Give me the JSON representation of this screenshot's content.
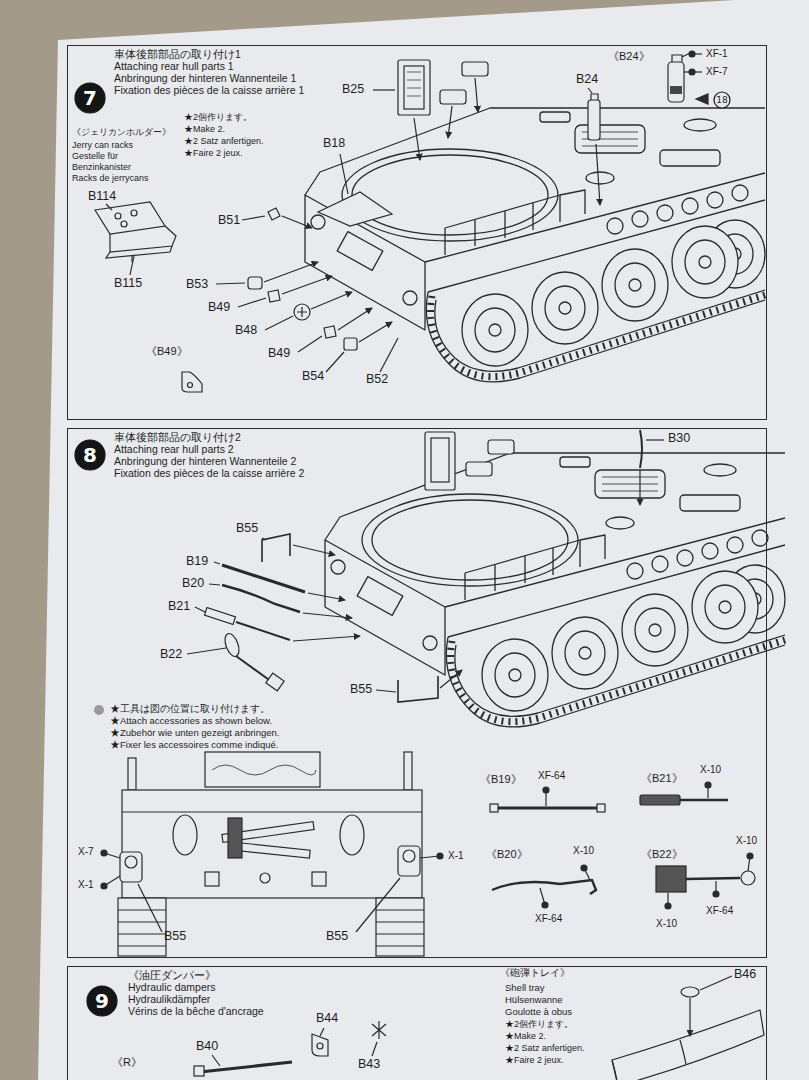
{
  "diagram": {
    "nodes": [
      {
        "text": [
          "車体後部部品の取り付け1",
          "Attaching rear hull parts 1",
          "Anbringung der hinteren Wannenteile 1",
          "Fixation des pièces de la caisse arrière 1"
        ]
      },
      {
        "text": [
          "7"
        ],
        "in": 0
      },
      {
        "text": [
          "18"
        ],
        "in": 0
      },
      {
        "text": [
          "車体後部部品の取り付け2",
          "Attaching rear hull parts 2",
          "Anbringung der hinteren Wannenteile 2",
          "Fixation des pièces de la caisse arrière 2"
        ]
      },
      {
        "text": [
          "8"
        ],
        "in": 3
      },
      {
        "text": [
          "《油圧ダンパー》",
          "Hydraulic dampers",
          "Hydraulikdämpfer",
          "Vérins de la bêche d'ancrage"
        ]
      },
      {
        "text": [
          "9"
        ],
        "in": 5
      }
    ],
    "labels": [
      "《ジェリカンホルダー》",
      "Jerry can racks",
      "Gestelle für",
      "Benzinkanister",
      "Racks de jerrycans",
      "★2個作ります。",
      "★Make 2.",
      "★2 Satz anfertigen.",
      "★Faire 2 jeux.",
      "B25",
      "《B24》",
      "XF-1",
      "XF-7",
      "B24",
      "B18",
      "B114",
      "B51",
      "B115",
      "B53",
      "B49",
      "B48",
      "B49",
      "B54",
      "B52",
      "《B49》",
      "B30",
      "B55",
      "B19",
      "B20",
      "B21",
      "B22",
      "B55",
      "★工具は図の位置に取り付けます。",
      "★Attach accessories as shown below.",
      "★Zubehör wie unten gezeigt anbringen.",
      "★Fixer les accessoires comme indiqué.",
      "X-7",
      "X-1",
      "X-1",
      "B55",
      "B55",
      "《B19》",
      "XF-64",
      "《B21》",
      "X-10",
      "《B20》",
      "X-10",
      "XF-64",
      "《B22》",
      "X-10",
      "X-10",
      "XF-64",
      "B44",
      "B40",
      "B43",
      "《R》",
      "《砲弾トレイ》",
      "Shell tray",
      "Hülsenwanne",
      "Goulotte à obus",
      "★2個作ります。",
      "★Make 2.",
      "★2 Satz anfertigen.",
      "★Faire 2 jeux.",
      "B46"
    ]
  }
}
